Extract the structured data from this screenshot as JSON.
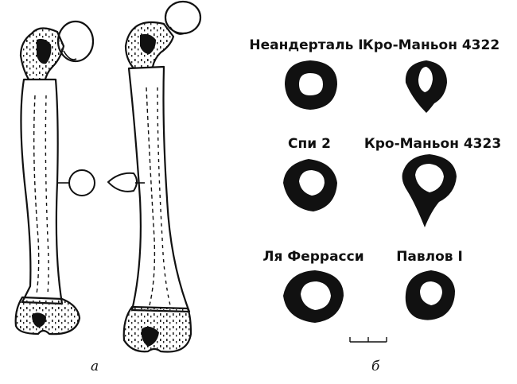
{
  "figure": {
    "panel_a_label": "а",
    "panel_b_label": "б",
    "sections": [
      {
        "label": "Неандерталь I"
      },
      {
        "label": "Кро-Маньон 4322"
      },
      {
        "label": "Спи 2"
      },
      {
        "label": "Кро-Маньон 4323"
      },
      {
        "label": "Ля Феррасси"
      },
      {
        "label": "Павлов I"
      }
    ]
  }
}
